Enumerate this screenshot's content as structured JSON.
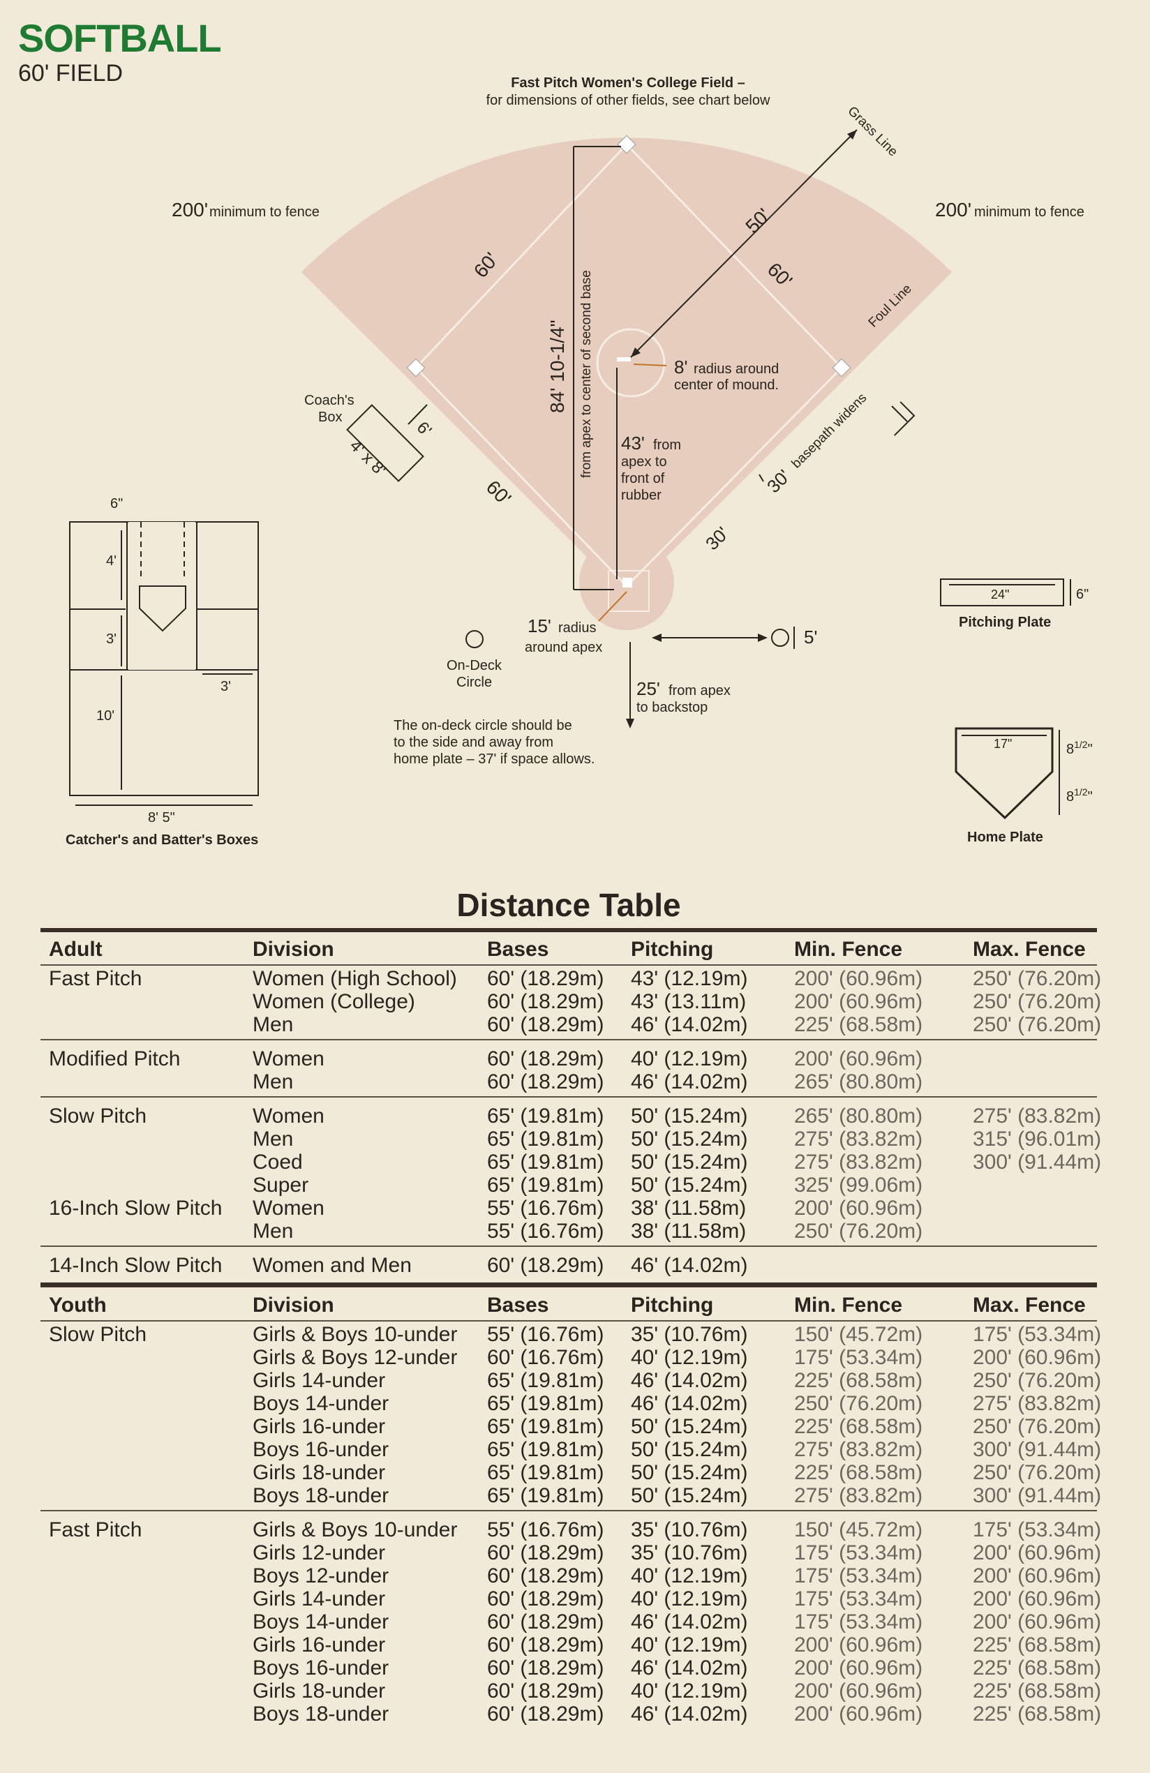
{
  "header": {
    "title": "SOFTBALL",
    "subtitle": "60' FIELD"
  },
  "colors": {
    "title_green": "#1f7a32",
    "field_fill": "#e6cdbd",
    "background": "#f1ead8",
    "accent_orange": "#c0762a"
  },
  "field": {
    "caption_line1": "Fast Pitch Women's College Field –",
    "caption_line2": "for dimensions of other fields, see chart below",
    "fence_left": "200'",
    "fence_left_note": "minimum to fence",
    "fence_right": "200'",
    "fence_right_note": "minimum to fence",
    "grass_line": "Grass Line",
    "foul_line": "Foul Line",
    "base_left_upper": "60'",
    "base_right_upper": "60'",
    "base_left_lower": "60'",
    "radius_50": "50'",
    "apex_to_second_value": "84' 10-1/4\"",
    "apex_to_second_note": "from apex to center of second base",
    "mound_radius": "8'",
    "mound_note1": "radius around",
    "mound_note2": "center of mound.",
    "rubber_value": "43'",
    "rubber_note1": "from",
    "rubber_note2": "apex to",
    "rubber_note3": "front of",
    "rubber_note4": "rubber",
    "basepath_widens": "30'",
    "basepath_note": "basepath widens",
    "thirty": "30'",
    "coach_box_line1": "Coach's",
    "coach_box_line2": "Box",
    "coach_box_size": "4' x 8'",
    "coach_box_six": "6'",
    "apex_radius": "15'",
    "apex_radius_note1": "radius",
    "apex_radius_note2": "around apex",
    "ondeck_label1": "On-Deck",
    "ondeck_label2": "Circle",
    "ondeck_five": "5'",
    "backstop_value": "25'",
    "backstop_note1": "from apex",
    "backstop_note2": "to backstop",
    "ondeck_note1": "The on-deck circle should be",
    "ondeck_note2": "to the side and away from",
    "ondeck_note3": "home plate – 37' if space allows."
  },
  "boxes": {
    "six": "6\"",
    "four": "4'",
    "three_left": "3'",
    "three_right": "3'",
    "ten": "10'",
    "width": "8' 5\"",
    "caption": "Catcher's and Batter's Boxes"
  },
  "pitching_plate": {
    "width": "24\"",
    "height": "6\"",
    "caption": "Pitching Plate"
  },
  "home_plate": {
    "width": "17\"",
    "h1": "8",
    "h1_frac": "1/2",
    "h1_unit": "\"",
    "h2": "8",
    "h2_frac": "1/2",
    "h2_unit": "\"",
    "caption": "Home Plate"
  },
  "table": {
    "title": "Distance Table",
    "adult_header": [
      "Adult",
      "Division",
      "Bases",
      "Pitching",
      "Min. Fence",
      "Max. Fence"
    ],
    "adult_groups": [
      {
        "rows": [
          [
            "Fast Pitch",
            "Women (High School)",
            "60' (18.29m)",
            "43' (12.19m)",
            "200' (60.96m)",
            "250' (76.20m)"
          ],
          [
            "",
            "Women (College)",
            "60' (18.29m)",
            "43' (13.11m)",
            "200' (60.96m)",
            "250' (76.20m)"
          ],
          [
            "",
            "Men",
            "60' (18.29m)",
            "46' (14.02m)",
            "225' (68.58m)",
            "250' (76.20m)"
          ]
        ]
      },
      {
        "rows": [
          [
            "Modified Pitch",
            "Women",
            "60' (18.29m)",
            "40' (12.19m)",
            "200' (60.96m)",
            ""
          ],
          [
            "",
            "Men",
            "60' (18.29m)",
            "46' (14.02m)",
            "265' (80.80m)",
            ""
          ]
        ]
      },
      {
        "rows": [
          [
            "Slow Pitch",
            "Women",
            "65' (19.81m)",
            "50' (15.24m)",
            "265' (80.80m)",
            "275' (83.82m)"
          ],
          [
            "",
            "Men",
            "65' (19.81m)",
            "50' (15.24m)",
            "275' (83.82m)",
            "315' (96.01m)"
          ],
          [
            "",
            "Coed",
            "65' (19.81m)",
            "50' (15.24m)",
            "275' (83.82m)",
            "300' (91.44m)"
          ],
          [
            "",
            "Super",
            "65' (19.81m)",
            "50' (15.24m)",
            "325' (99.06m)",
            ""
          ],
          [
            "16-Inch Slow Pitch",
            "Women",
            "55' (16.76m)",
            "38' (11.58m)",
            "200' (60.96m)",
            ""
          ],
          [
            "",
            "Men",
            "55' (16.76m)",
            "38' (11.58m)",
            "250' (76.20m)",
            ""
          ]
        ]
      },
      {
        "rows": [
          [
            "14-Inch Slow Pitch",
            "Women and Men",
            "60' (18.29m)",
            "46' (14.02m)",
            "",
            ""
          ]
        ]
      }
    ],
    "youth_header": [
      "Youth",
      "Division",
      "Bases",
      "Pitching",
      "Min. Fence",
      "Max. Fence"
    ],
    "youth_groups": [
      {
        "rows": [
          [
            "Slow Pitch",
            "Girls & Boys 10-under",
            "55' (16.76m)",
            "35' (10.76m)",
            "150' (45.72m)",
            "175' (53.34m)"
          ],
          [
            "",
            "Girls & Boys 12-under",
            "60' (16.76m)",
            "40' (12.19m)",
            "175' (53.34m)",
            "200' (60.96m)"
          ],
          [
            "",
            "Girls 14-under",
            "65' (19.81m)",
            "46' (14.02m)",
            "225' (68.58m)",
            "250' (76.20m)"
          ],
          [
            "",
            "Boys 14-under",
            "65' (19.81m)",
            "46' (14.02m)",
            "250' (76.20m)",
            "275' (83.82m)"
          ],
          [
            "",
            "Girls 16-under",
            "65' (19.81m)",
            "50' (15.24m)",
            "225' (68.58m)",
            "250' (76.20m)"
          ],
          [
            "",
            "Boys 16-under",
            "65' (19.81m)",
            "50' (15.24m)",
            "275' (83.82m)",
            "300' (91.44m)"
          ],
          [
            "",
            "Girls 18-under",
            "65' (19.81m)",
            "50' (15.24m)",
            "225' (68.58m)",
            "250' (76.20m)"
          ],
          [
            "",
            "Boys 18-under",
            "65' (19.81m)",
            "50' (15.24m)",
            "275' (83.82m)",
            "300' (91.44m)"
          ]
        ]
      },
      {
        "rows": [
          [
            "Fast Pitch",
            "Girls & Boys 10-under",
            "55' (16.76m)",
            "35' (10.76m)",
            "150' (45.72m)",
            "175' (53.34m)"
          ],
          [
            "",
            "Girls 12-under",
            "60' (18.29m)",
            "35' (10.76m)",
            "175' (53.34m)",
            "200' (60.96m)"
          ],
          [
            "",
            "Boys 12-under",
            "60' (18.29m)",
            "40' (12.19m)",
            "175' (53.34m)",
            "200' (60.96m)"
          ],
          [
            "",
            "Girls 14-under",
            "60' (18.29m)",
            "40' (12.19m)",
            "175' (53.34m)",
            "200' (60.96m)"
          ],
          [
            "",
            "Boys 14-under",
            "60' (18.29m)",
            "46' (14.02m)",
            "175' (53.34m)",
            "200' (60.96m)"
          ],
          [
            "",
            "Girls 16-under",
            "60' (18.29m)",
            "40' (12.19m)",
            "200' (60.96m)",
            "225' (68.58m)"
          ],
          [
            "",
            "Boys 16-under",
            "60' (18.29m)",
            "46' (14.02m)",
            "200' (60.96m)",
            "225' (68.58m)"
          ],
          [
            "",
            "Girls 18-under",
            "60' (18.29m)",
            "40' (12.19m)",
            "200' (60.96m)",
            "225' (68.58m)"
          ],
          [
            "",
            "Boys 18-under",
            "60' (18.29m)",
            "46' (14.02m)",
            "200' (60.96m)",
            "225' (68.58m)"
          ]
        ]
      }
    ]
  }
}
